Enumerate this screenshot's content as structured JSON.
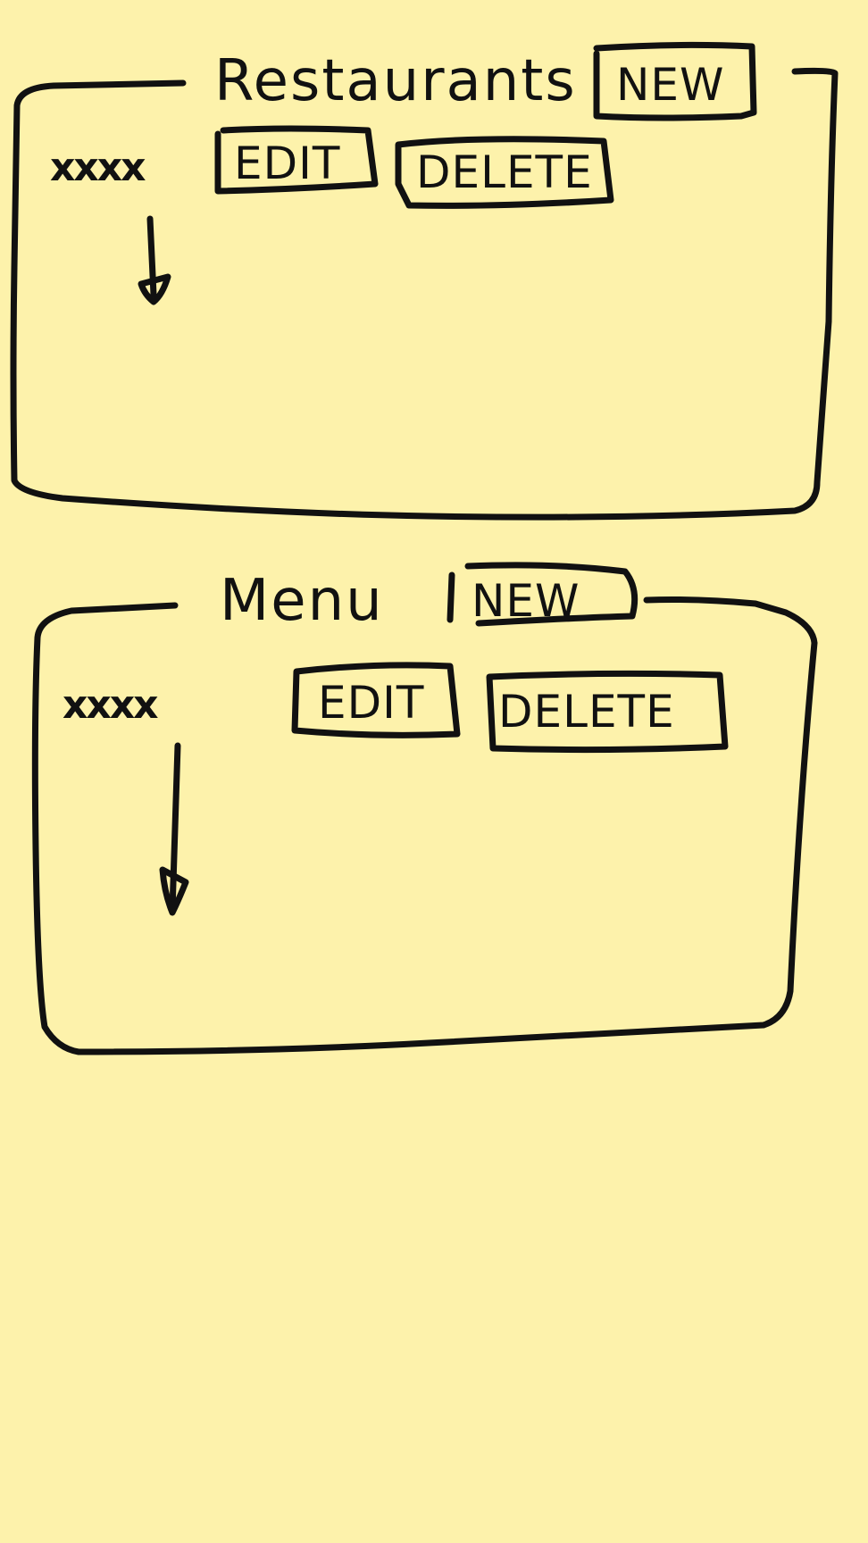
{
  "colors": {
    "background": "#fdf2ab",
    "ink": "#111111"
  },
  "restaurants_panel": {
    "title": "Restaurants",
    "new_button": "NEW",
    "item_placeholder": "xxxx",
    "edit_button": "EDIT",
    "delete_button": "DELETE"
  },
  "menu_panel": {
    "title": "Menu",
    "new_button": "NEW",
    "item_placeholder": "xxxx",
    "edit_button": "EDIT",
    "delete_button": "DELETE"
  },
  "icons": {
    "list_arrow": "arrow-down-icon"
  }
}
